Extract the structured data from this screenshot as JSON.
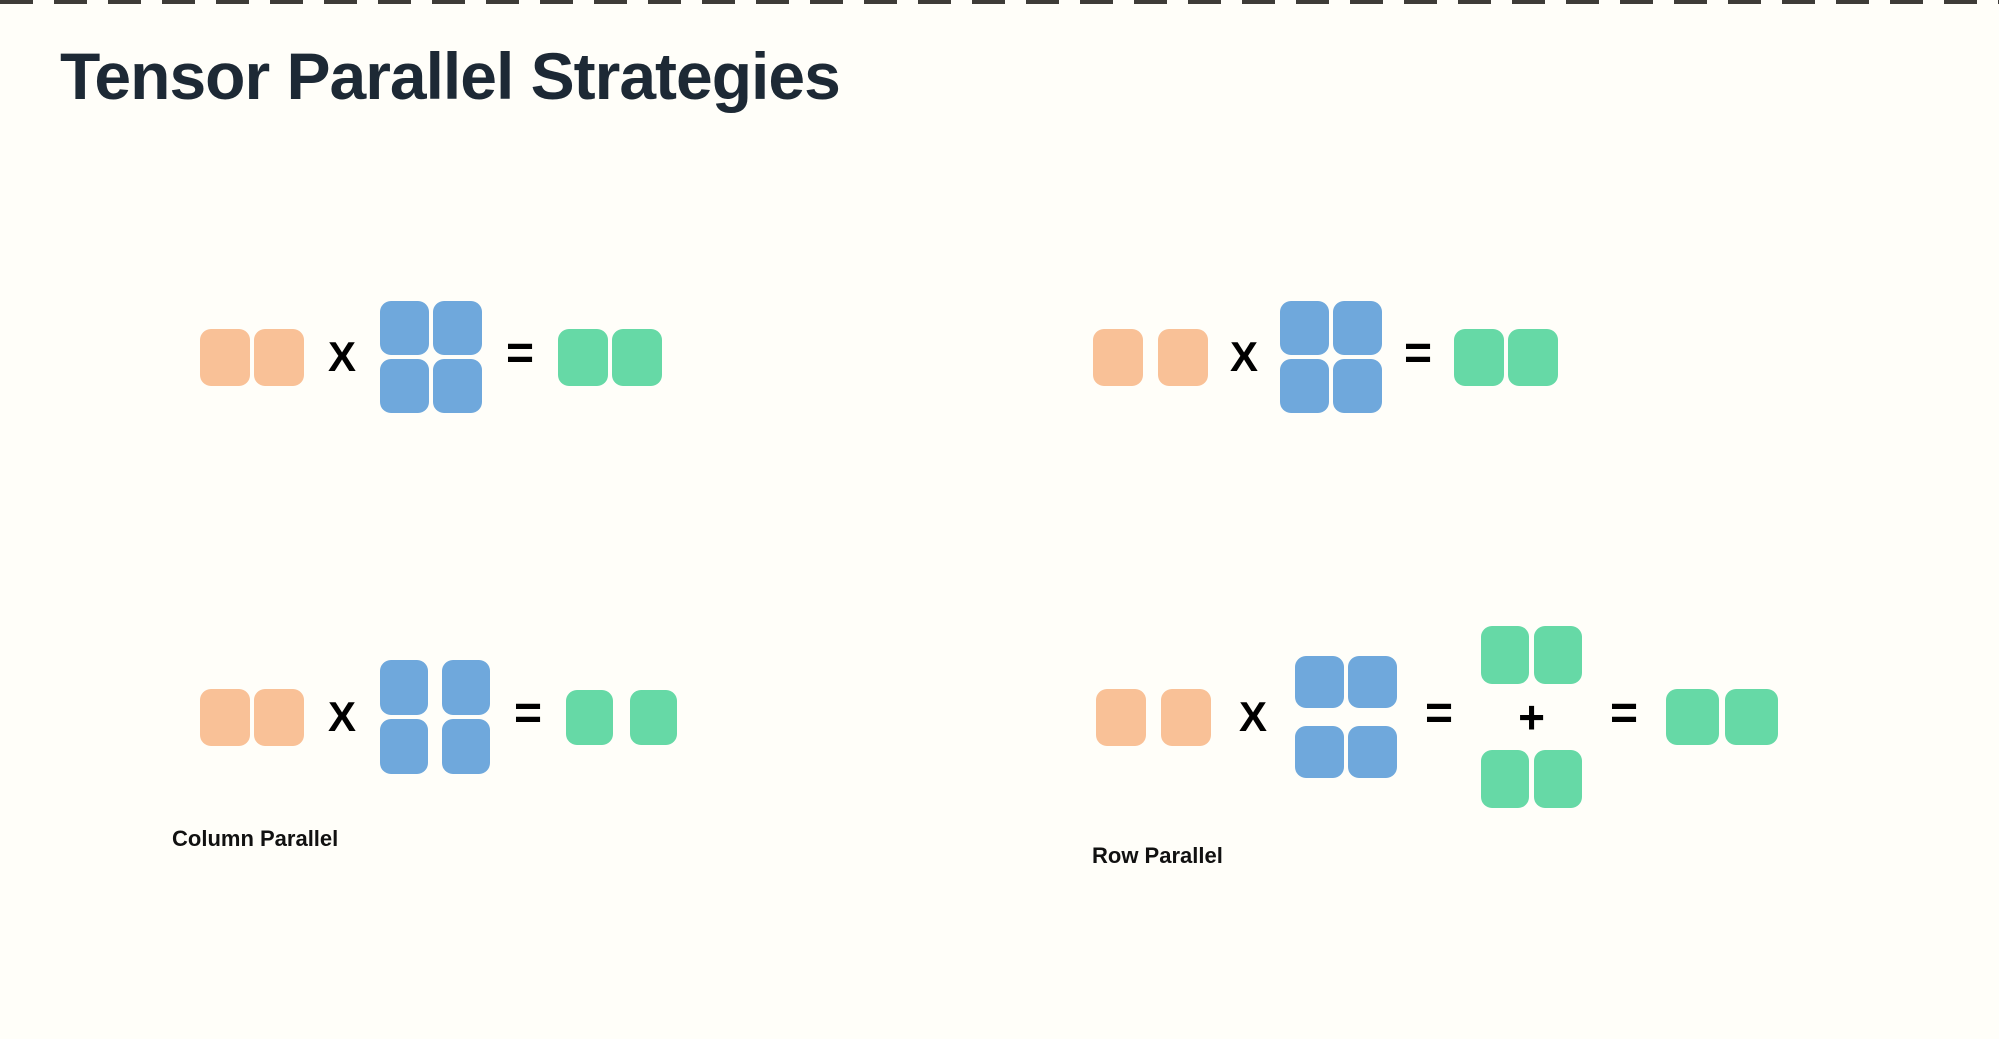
{
  "slide": {
    "title": "Tensor Parallel Strategies"
  },
  "colors": {
    "background": "#FFFEF9",
    "title": "#1D2935",
    "input": "#F9C197",
    "weight": "#6FA8DC",
    "output": "#66D9A6",
    "operator": "#000000",
    "label": "#111111",
    "dashes": "#3E3C38"
  },
  "operators": {
    "multiply": "X",
    "equals": "=",
    "plus": "+"
  },
  "diagrams": [
    {
      "name": "dense-baseline-left",
      "label": "",
      "input": "1x2 vector (contiguous)",
      "weight": "2x2 matrix (unsplit)",
      "output": "1x2 vector (contiguous)",
      "input_sharded": false,
      "weight_sharding": "none",
      "output_sharded": false
    },
    {
      "name": "dense-baseline-right",
      "label": "",
      "input": "1x2 vector (sharded)",
      "weight": "2x2 matrix (unsplit)",
      "output": "1x2 vector (contiguous)",
      "input_sharded": true,
      "weight_sharding": "none",
      "output_sharded": false
    },
    {
      "name": "column-parallel",
      "label": "Column Parallel",
      "input": "1x2 vector (contiguous)",
      "weight": "2x2 matrix split by columns",
      "output": "1x2 vector (sharded)",
      "input_sharded": false,
      "weight_sharding": "columns",
      "output_sharded": true
    },
    {
      "name": "row-parallel",
      "label": "Row Parallel",
      "input": "1x2 vector (sharded)",
      "weight": "2x2 matrix split by rows",
      "partials": "two 1x2 partial outputs summed with +",
      "output": "1x2 vector (contiguous)",
      "input_sharded": true,
      "weight_sharding": "rows",
      "output_sharded": false
    }
  ]
}
